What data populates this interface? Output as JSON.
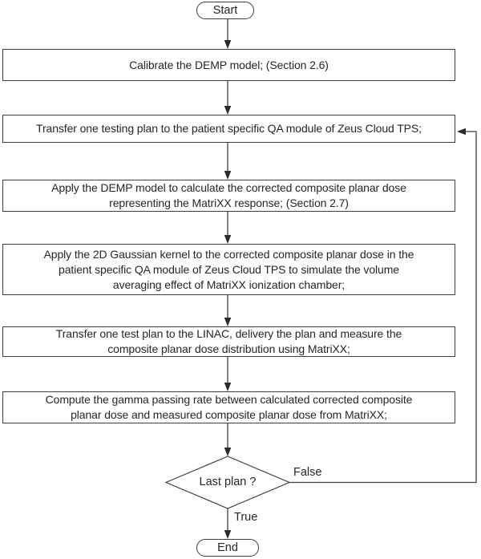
{
  "diagram": {
    "type": "flowchart",
    "nodes": {
      "start": {
        "label": "Start",
        "shape": "terminator"
      },
      "calibrate": {
        "label": "Calibrate the DEMP model; (Section 2.6)",
        "shape": "process"
      },
      "transfer_testing_plan": {
        "label": "Transfer one testing plan to the patient specific QA module of Zeus Cloud TPS;",
        "shape": "process"
      },
      "apply_demp": {
        "label": "Apply the DEMP model to calculate the corrected composite planar dose\nrepresenting the MatriXX response; (Section 2.7)",
        "shape": "process"
      },
      "apply_gaussian": {
        "label": "Apply the 2D Gaussian kernel to the corrected composite planar dose in the\npatient specific QA module of Zeus Cloud TPS to simulate the volume\naveraging effect of MatriXX ionization chamber;",
        "shape": "process"
      },
      "transfer_test_plan": {
        "label": "Transfer one test plan to the LINAC, delivery the plan and measure the\ncomposite planar dose distribution using MatriXX;",
        "shape": "process"
      },
      "compute_gamma": {
        "label": "Compute the gamma passing rate between calculated corrected composite\nplanar dose and measured composite planar dose from MatriXX;",
        "shape": "process"
      },
      "last_plan": {
        "label": "Last plan ?",
        "shape": "decision"
      },
      "end": {
        "label": "End",
        "shape": "terminator"
      }
    },
    "edge_labels": {
      "false_label": "False",
      "true_label": "True"
    },
    "colors": {
      "line": "#3e3e3e",
      "text": "#262626",
      "fill": "#ffffff"
    }
  }
}
